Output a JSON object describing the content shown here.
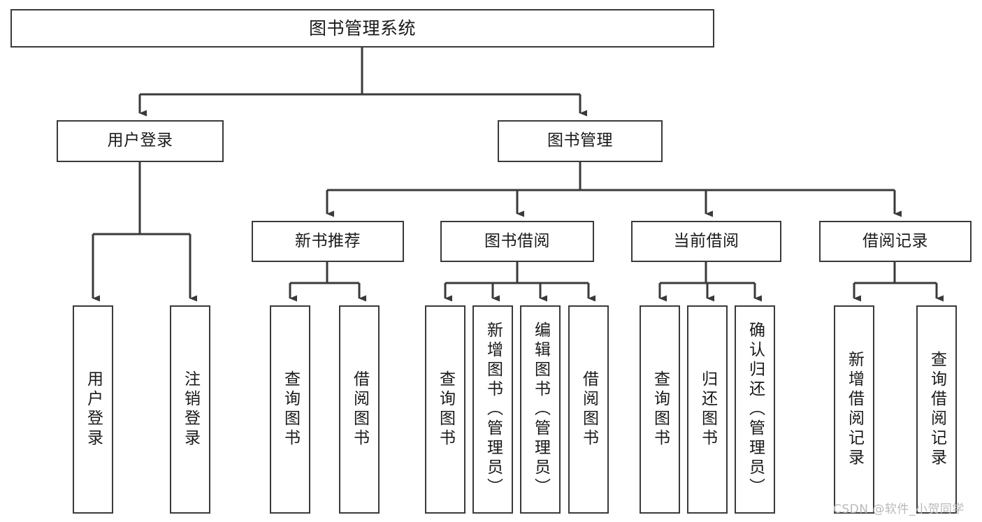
{
  "diagram": {
    "title": "图书管理系统",
    "type": "tree-hierarchy-chart",
    "colors": {
      "stroke": "#3a3a3a",
      "fill": "#ffffff",
      "text": "#1a1a1a",
      "watermark": "#b9b9b9"
    },
    "root": {
      "label": "图书管理系统"
    },
    "level2": [
      {
        "label": "用户登录"
      },
      {
        "label": "图书管理"
      }
    ],
    "level3": [
      {
        "label": "新书推荐"
      },
      {
        "label": "图书借阅"
      },
      {
        "label": "当前借阅"
      },
      {
        "label": "借阅记录"
      }
    ],
    "leaves": {
      "user_login": [
        {
          "label": "用户登录"
        },
        {
          "label": "注销登录"
        }
      ],
      "new_book": [
        {
          "label": "查询图书"
        },
        {
          "label": "借阅图书"
        }
      ],
      "borrow_book": [
        {
          "label": "查询图书"
        },
        {
          "label": "新增图书（管理员）"
        },
        {
          "label": "编辑图书（管理员）"
        },
        {
          "label": "借阅图书"
        }
      ],
      "current_borrow": [
        {
          "label": "查询图书"
        },
        {
          "label": "归还图书"
        },
        {
          "label": "确认归还（管理员）"
        }
      ],
      "borrow_record": [
        {
          "label": "新增借阅记录"
        },
        {
          "label": "查询借阅记录"
        }
      ]
    }
  },
  "watermark": {
    "text": "CSDN @软件_小贺同学"
  }
}
